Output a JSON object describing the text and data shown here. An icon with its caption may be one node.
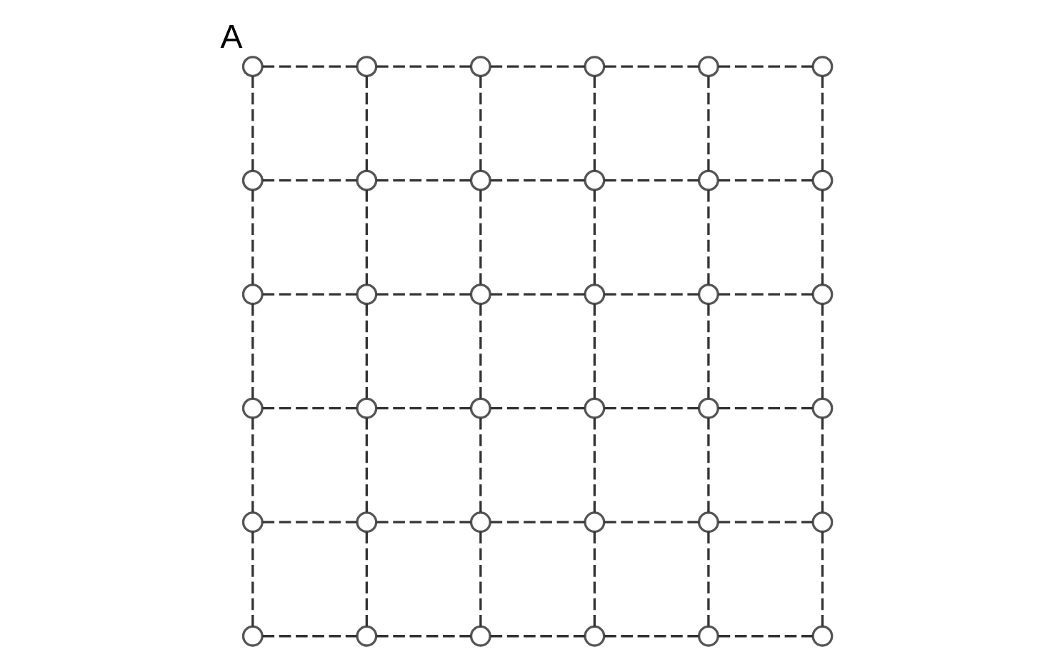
{
  "diagram": {
    "nodes": [
      {
        "text": [],
        "shape": "circle",
        "beside": [
          "A"
        ]
      },
      {
        "text": [],
        "shape": "circle"
      },
      {
        "text": [],
        "shape": "circle"
      },
      {
        "text": [],
        "shape": "circle"
      },
      {
        "text": [],
        "shape": "circle"
      },
      {
        "text": [],
        "shape": "circle"
      },
      {
        "text": [],
        "shape": "circle"
      },
      {
        "text": [],
        "shape": "circle"
      },
      {
        "text": [],
        "shape": "circle"
      },
      {
        "text": [],
        "shape": "circle"
      },
      {
        "text": [],
        "shape": "circle"
      },
      {
        "text": [],
        "shape": "circle"
      },
      {
        "text": [],
        "shape": "circle"
      },
      {
        "text": [],
        "shape": "circle"
      },
      {
        "text": [],
        "shape": "circle"
      },
      {
        "text": [],
        "shape": "circle"
      },
      {
        "text": [],
        "shape": "circle"
      },
      {
        "text": [],
        "shape": "circle"
      },
      {
        "text": [],
        "shape": "circle"
      },
      {
        "text": [],
        "shape": "circle"
      },
      {
        "text": [],
        "shape": "circle"
      },
      {
        "text": [],
        "shape": "circle"
      },
      {
        "text": [],
        "shape": "circle"
      },
      {
        "text": [],
        "shape": "circle"
      },
      {
        "text": [],
        "shape": "circle"
      },
      {
        "text": [],
        "shape": "circle"
      },
      {
        "text": [],
        "shape": "circle"
      },
      {
        "text": [],
        "shape": "circle"
      },
      {
        "text": [],
        "shape": "circle"
      },
      {
        "text": [],
        "shape": "circle"
      },
      {
        "text": [],
        "shape": "circle"
      },
      {
        "text": [],
        "shape": "circle"
      },
      {
        "text": [],
        "shape": "circle"
      },
      {
        "text": [],
        "shape": "circle"
      },
      {
        "text": [],
        "shape": "circle"
      },
      {
        "text": [],
        "shape": "circle"
      }
    ],
    "edges": [
      {
        "from": 0,
        "to": 1,
        "arrow": "none",
        "style": "dashed"
      },
      {
        "from": 1,
        "to": 2,
        "arrow": "none",
        "style": "dashed"
      },
      {
        "from": 2,
        "to": 3,
        "arrow": "none",
        "style": "dashed"
      },
      {
        "from": 3,
        "to": 4,
        "arrow": "none",
        "style": "dashed"
      },
      {
        "from": 4,
        "to": 5,
        "arrow": "none",
        "style": "dashed"
      },
      {
        "from": 6,
        "to": 7,
        "arrow": "none",
        "style": "dashed"
      },
      {
        "from": 7,
        "to": 8,
        "arrow": "none",
        "style": "dashed"
      },
      {
        "from": 8,
        "to": 9,
        "arrow": "none",
        "style": "dashed"
      },
      {
        "from": 9,
        "to": 10,
        "arrow": "none",
        "style": "dashed"
      },
      {
        "from": 10,
        "to": 11,
        "arrow": "none",
        "style": "dashed"
      },
      {
        "from": 12,
        "to": 13,
        "arrow": "none",
        "style": "dashed"
      },
      {
        "from": 13,
        "to": 14,
        "arrow": "none",
        "style": "dashed"
      },
      {
        "from": 14,
        "to": 15,
        "arrow": "none",
        "style": "dashed"
      },
      {
        "from": 15,
        "to": 16,
        "arrow": "none",
        "style": "dashed"
      },
      {
        "from": 16,
        "to": 17,
        "arrow": "none",
        "style": "dashed"
      },
      {
        "from": 18,
        "to": 19,
        "arrow": "none",
        "style": "dashed"
      },
      {
        "from": 19,
        "to": 20,
        "arrow": "none",
        "style": "dashed"
      },
      {
        "from": 20,
        "to": 21,
        "arrow": "none",
        "style": "dashed"
      },
      {
        "from": 21,
        "to": 22,
        "arrow": "none",
        "style": "dashed"
      },
      {
        "from": 22,
        "to": 23,
        "arrow": "none",
        "style": "dashed"
      },
      {
        "from": 24,
        "to": 25,
        "arrow": "none",
        "style": "dashed"
      },
      {
        "from": 25,
        "to": 26,
        "arrow": "none",
        "style": "dashed"
      },
      {
        "from": 26,
        "to": 27,
        "arrow": "none",
        "style": "dashed"
      },
      {
        "from": 27,
        "to": 28,
        "arrow": "none",
        "style": "dashed"
      },
      {
        "from": 28,
        "to": 29,
        "arrow": "none",
        "style": "dashed"
      },
      {
        "from": 30,
        "to": 31,
        "arrow": "none",
        "style": "dashed"
      },
      {
        "from": 31,
        "to": 32,
        "arrow": "none",
        "style": "dashed"
      },
      {
        "from": 32,
        "to": 33,
        "arrow": "none",
        "style": "dashed"
      },
      {
        "from": 33,
        "to": 34,
        "arrow": "none",
        "style": "dashed"
      },
      {
        "from": 34,
        "to": 35,
        "arrow": "none",
        "style": "dashed"
      },
      {
        "from": 0,
        "to": 6,
        "arrow": "none",
        "style": "dashed"
      },
      {
        "from": 6,
        "to": 12,
        "arrow": "none",
        "style": "dashed"
      },
      {
        "from": 12,
        "to": 18,
        "arrow": "none",
        "style": "dashed"
      },
      {
        "from": 18,
        "to": 24,
        "arrow": "none",
        "style": "dashed"
      },
      {
        "from": 24,
        "to": 30,
        "arrow": "none",
        "style": "dashed"
      },
      {
        "from": 1,
        "to": 7,
        "arrow": "none",
        "style": "dashed"
      },
      {
        "from": 7,
        "to": 13,
        "arrow": "none",
        "style": "dashed"
      },
      {
        "from": 13,
        "to": 19,
        "arrow": "none",
        "style": "dashed"
      },
      {
        "from": 19,
        "to": 25,
        "arrow": "none",
        "style": "dashed"
      },
      {
        "from": 25,
        "to": 31,
        "arrow": "none",
        "style": "dashed"
      },
      {
        "from": 2,
        "to": 8,
        "arrow": "none",
        "style": "dashed"
      },
      {
        "from": 8,
        "to": 14,
        "arrow": "none",
        "style": "dashed"
      },
      {
        "from": 14,
        "to": 20,
        "arrow": "none",
        "style": "dashed"
      },
      {
        "from": 20,
        "to": 26,
        "arrow": "none",
        "style": "dashed"
      },
      {
        "from": 26,
        "to": 32,
        "arrow": "none",
        "style": "dashed"
      },
      {
        "from": 3,
        "to": 9,
        "arrow": "none",
        "style": "dashed"
      },
      {
        "from": 9,
        "to": 15,
        "arrow": "none",
        "style": "dashed"
      },
      {
        "from": 15,
        "to": 21,
        "arrow": "none",
        "style": "dashed"
      },
      {
        "from": 21,
        "to": 27,
        "arrow": "none",
        "style": "dashed"
      },
      {
        "from": 27,
        "to": 33,
        "arrow": "none",
        "style": "dashed"
      },
      {
        "from": 4,
        "to": 10,
        "arrow": "none",
        "style": "dashed"
      },
      {
        "from": 10,
        "to": 16,
        "arrow": "none",
        "style": "dashed"
      },
      {
        "from": 16,
        "to": 22,
        "arrow": "none",
        "style": "dashed"
      },
      {
        "from": 22,
        "to": 28,
        "arrow": "none",
        "style": "dashed"
      },
      {
        "from": 28,
        "to": 34,
        "arrow": "none",
        "style": "dashed"
      },
      {
        "from": 5,
        "to": 11,
        "arrow": "none",
        "style": "dashed"
      },
      {
        "from": 11,
        "to": 17,
        "arrow": "none",
        "style": "dashed"
      },
      {
        "from": 17,
        "to": 23,
        "arrow": "none",
        "style": "dashed"
      },
      {
        "from": 23,
        "to": 29,
        "arrow": "none",
        "style": "dashed"
      },
      {
        "from": 29,
        "to": 35,
        "arrow": "none",
        "style": "dashed"
      }
    ]
  }
}
